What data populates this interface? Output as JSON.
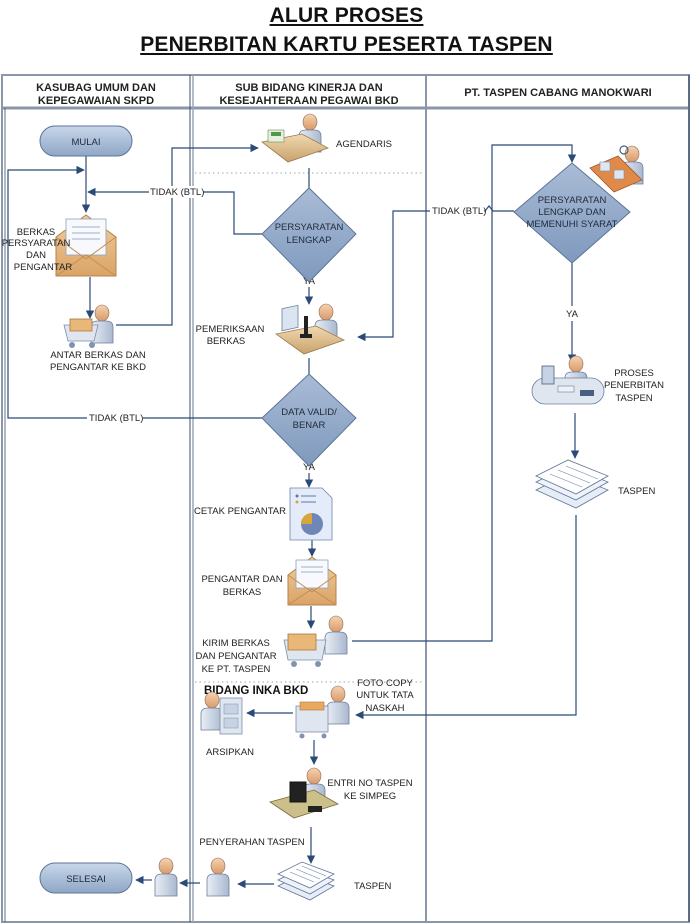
{
  "title": {
    "line1": "ALUR PROSES",
    "line2": "PENERBITAN KARTU PESERTA TASPEN"
  },
  "lanes": [
    {
      "header_line1": "KASUBAG UMUM DAN",
      "header_line2": "KEPEGAWAIAN SKPD"
    },
    {
      "header_line1": "SUB BIDANG KINERJA DAN",
      "header_line2": "KESEJAHTERAAN PEGAWAI BKD"
    },
    {
      "header_line1": "PT. TASPEN CABANG MANOKWARI"
    }
  ],
  "sub_lane": {
    "label": "BIDANG INKA BKD"
  },
  "terminators": {
    "start": "MULAI",
    "end": "SELESAI"
  },
  "steps": {
    "berkas": {
      "lines": [
        "BERKAS",
        "PERSYARATAN",
        "DAN",
        "PENGANTAR"
      ],
      "icon": "envelope-icon"
    },
    "antar": {
      "lines": [
        "ANTAR BERKAS DAN",
        "PENGANTAR  KE BKD"
      ],
      "icon": "cart-person-icon"
    },
    "agendaris": {
      "lines": [
        "AGENDARIS"
      ],
      "icon": "desk-clerk-icon"
    },
    "pemeriksaan": {
      "lines": [
        "PEMERIKSAAN",
        "BERKAS"
      ],
      "icon": "microscope-person-icon"
    },
    "cetak": {
      "lines": [
        "CETAK PENGANTAR"
      ],
      "icon": "report-document-icon"
    },
    "pengantar_berkas": {
      "lines": [
        "PENGANTAR DAN",
        "BERKAS"
      ],
      "icon": "envelope-icon"
    },
    "kirim": {
      "lines": [
        "KIRIM BERKAS",
        "DAN PENGANTAR",
        "KE PT. TASPEN"
      ],
      "icon": "cart-person-icon"
    },
    "fotocopy": {
      "lines": [
        "FOTO COPY",
        "UNTUK TATA",
        "NASKAH"
      ],
      "icon": "copier-person-icon"
    },
    "arsipkan": {
      "lines": [
        "ARSIPKAN"
      ],
      "icon": "filing-cabinet-person-icon"
    },
    "entri": {
      "lines": [
        "ENTRI NO TASPEN",
        "KE SIMPEG"
      ],
      "icon": "computer-workstation-icon"
    },
    "penyerahan": {
      "lines": [
        "PENYERAHAN TASPEN"
      ],
      "icon": "person-icon"
    },
    "taspen_doc_bkd": {
      "lines": [
        "TASPEN"
      ],
      "icon": "multi-document-icon"
    },
    "proses_penerbitan": {
      "lines": [
        "PROSES",
        "PENERBITAN",
        "TASPEN"
      ],
      "icon": "computer-operator-icon"
    },
    "taspen_doc_pt": {
      "lines": [
        "TASPEN"
      ],
      "icon": "multi-document-icon"
    },
    "inspector": {
      "icon": "conveyor-inspector-icon"
    },
    "receiver": {
      "icon": "person-icon"
    }
  },
  "decisions": {
    "persyaratan_lengkap": {
      "lines": [
        "PERSYARATAN",
        "LENGKAP"
      ]
    },
    "data_valid": {
      "lines": [
        "DATA VALID/",
        "BENAR"
      ]
    },
    "persyaratan_syarat": {
      "lines": [
        "PERSYARATAN",
        "LENGKAP DAN",
        "MEMENUHI SYARAT"
      ]
    }
  },
  "edge_labels": {
    "tidak_1": "TIDAK (BTL)",
    "tidak_2": "TIDAK (BTL)",
    "tidak_3": "TIDAK (BTL)",
    "ya_1": "YA",
    "ya_2": "YA",
    "ya_3": "YA"
  },
  "colors": {
    "arrow": "#2a4a78",
    "lane_border": "#8a97a8",
    "terminator_fill": "#9fb4d1",
    "decision_fill": "#8fa8c8",
    "envelope": "#e8b97a"
  }
}
